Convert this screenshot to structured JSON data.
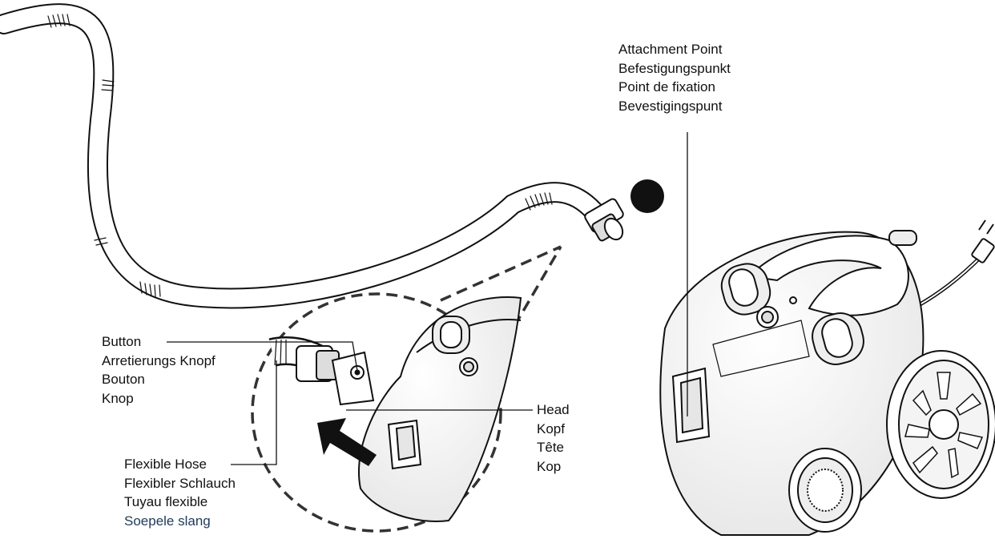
{
  "callouts": {
    "attachment_point": [
      "Attachment Point",
      "Befestigungspunkt",
      "Point de fixation",
      "Bevestigingspunt"
    ],
    "button": [
      "Button",
      "Arretierungs Knopf",
      "Bouton",
      "Knop"
    ],
    "head": [
      "Head",
      "Kopf",
      "Tête",
      "Kop"
    ],
    "flexible_hose": [
      "Flexible Hose",
      "Flexibler Schlauch",
      "Tuyau flexible",
      "Soepele slang"
    ]
  },
  "colors": {
    "line": "#111111",
    "fill": "#ffffff",
    "shade": "#e6e6e6",
    "last_label": "#1e3a5a"
  },
  "icons": [
    "step-dot-icon",
    "double-arrow-icon"
  ]
}
